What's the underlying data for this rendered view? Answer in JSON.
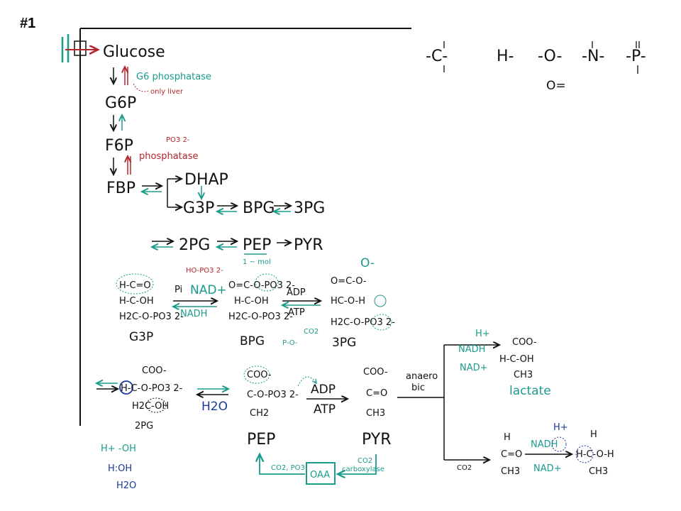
{
  "slide": {
    "number": "#1"
  },
  "colors": {
    "black": "#111111",
    "teal": "#1a9b8c",
    "red": "#b3262c",
    "blue": "#1a3a9a"
  },
  "glycolysis": {
    "glucose": "Glucose",
    "g6p": "G6P",
    "f6p": "F6P",
    "fbp": "FBP",
    "dhap": "DHAP",
    "g3p": "G3P",
    "bpg": "BPG",
    "pg3": "3PG",
    "pg2": "2PG",
    "pep": "PEP",
    "pyr": "PYR",
    "g6_phosphatase": "G6 phosphatase",
    "only_liver": "only liver",
    "po3": "PO3 2-",
    "phosphatase": "phosphatase",
    "pep_note": "1 ~ mol"
  },
  "valence": {
    "carbon": "-C-",
    "hydrogen": "H-",
    "oxygen": "-O-",
    "oxygen_double": "O=",
    "nitrogen": "-N-",
    "phosphorus": "-P-"
  },
  "mechanism1": {
    "g3p_r1": "H-C=O",
    "g3p_r2": "H-C-OH",
    "g3p_r3": "H2C-O-PO3 2-",
    "label_g3p": "G3P",
    "hopo3": "HO-PO3 2-",
    "pi": "Pi",
    "nad_plus": "NAD+",
    "nadh": "NADH",
    "bpg_r1": "O=C-O-PO3 2-",
    "bpg_r2": "H-C-OH",
    "bpg_r3": "H2C-O-PO3 2-",
    "label_bpg": "BPG",
    "adp": "ADP",
    "atp": "ATP",
    "o_minus": "O-",
    "pg3_r1": "O=C-O-",
    "pg3_r2": "HC-O-H",
    "pg3_r3": "H2C-O-PO3 2-",
    "label_3pg": "3PG",
    "co2": "CO2",
    "po_frag": "P-O-"
  },
  "mechanism2": {
    "pg2_r1": "COO-",
    "pg2_r2": "H-C-O-PO3 2-",
    "pg2_r3": "H2C-OH",
    "label_2pg": "2PG",
    "h2o": "H2O",
    "pep_r1": "COO-",
    "pep_r2": "C-O-PO3 2-",
    "pep_r3": "CH2",
    "adp": "ADP",
    "atp": "ATP",
    "pyr_r1": "COO-",
    "pyr_r2": "C=O",
    "pyr_r3": "CH3",
    "anaerobic_a": "anaero",
    "anaerobic_b": "bic",
    "h_plus": "H+",
    "nadh": "NADH",
    "nad_plus": "NAD+",
    "lac_r1": "COO-",
    "lac_r2": "H-C-OH",
    "lac_r3": "CH3",
    "lactate": "lactate",
    "pep_label": "PEP",
    "pyr_label": "PYR",
    "oaa": "OAA",
    "co2_po3": "CO2, PO3",
    "co2_carbox_a": "CO2",
    "co2_carbox_b": "carboxylase",
    "co2_out": "CO2",
    "acet_r1": "H",
    "acet_r2": "C=O",
    "acet_r3": "CH3",
    "nad_h": "NADH",
    "h_plus2": "H+",
    "nad_plus2": "NAD+",
    "eth_r1": "H",
    "eth_r2": "H-C-O-H",
    "eth_r3": "CH3",
    "water_1": "H+ -OH",
    "water_2": "H:OH",
    "water_3": "H2O"
  }
}
